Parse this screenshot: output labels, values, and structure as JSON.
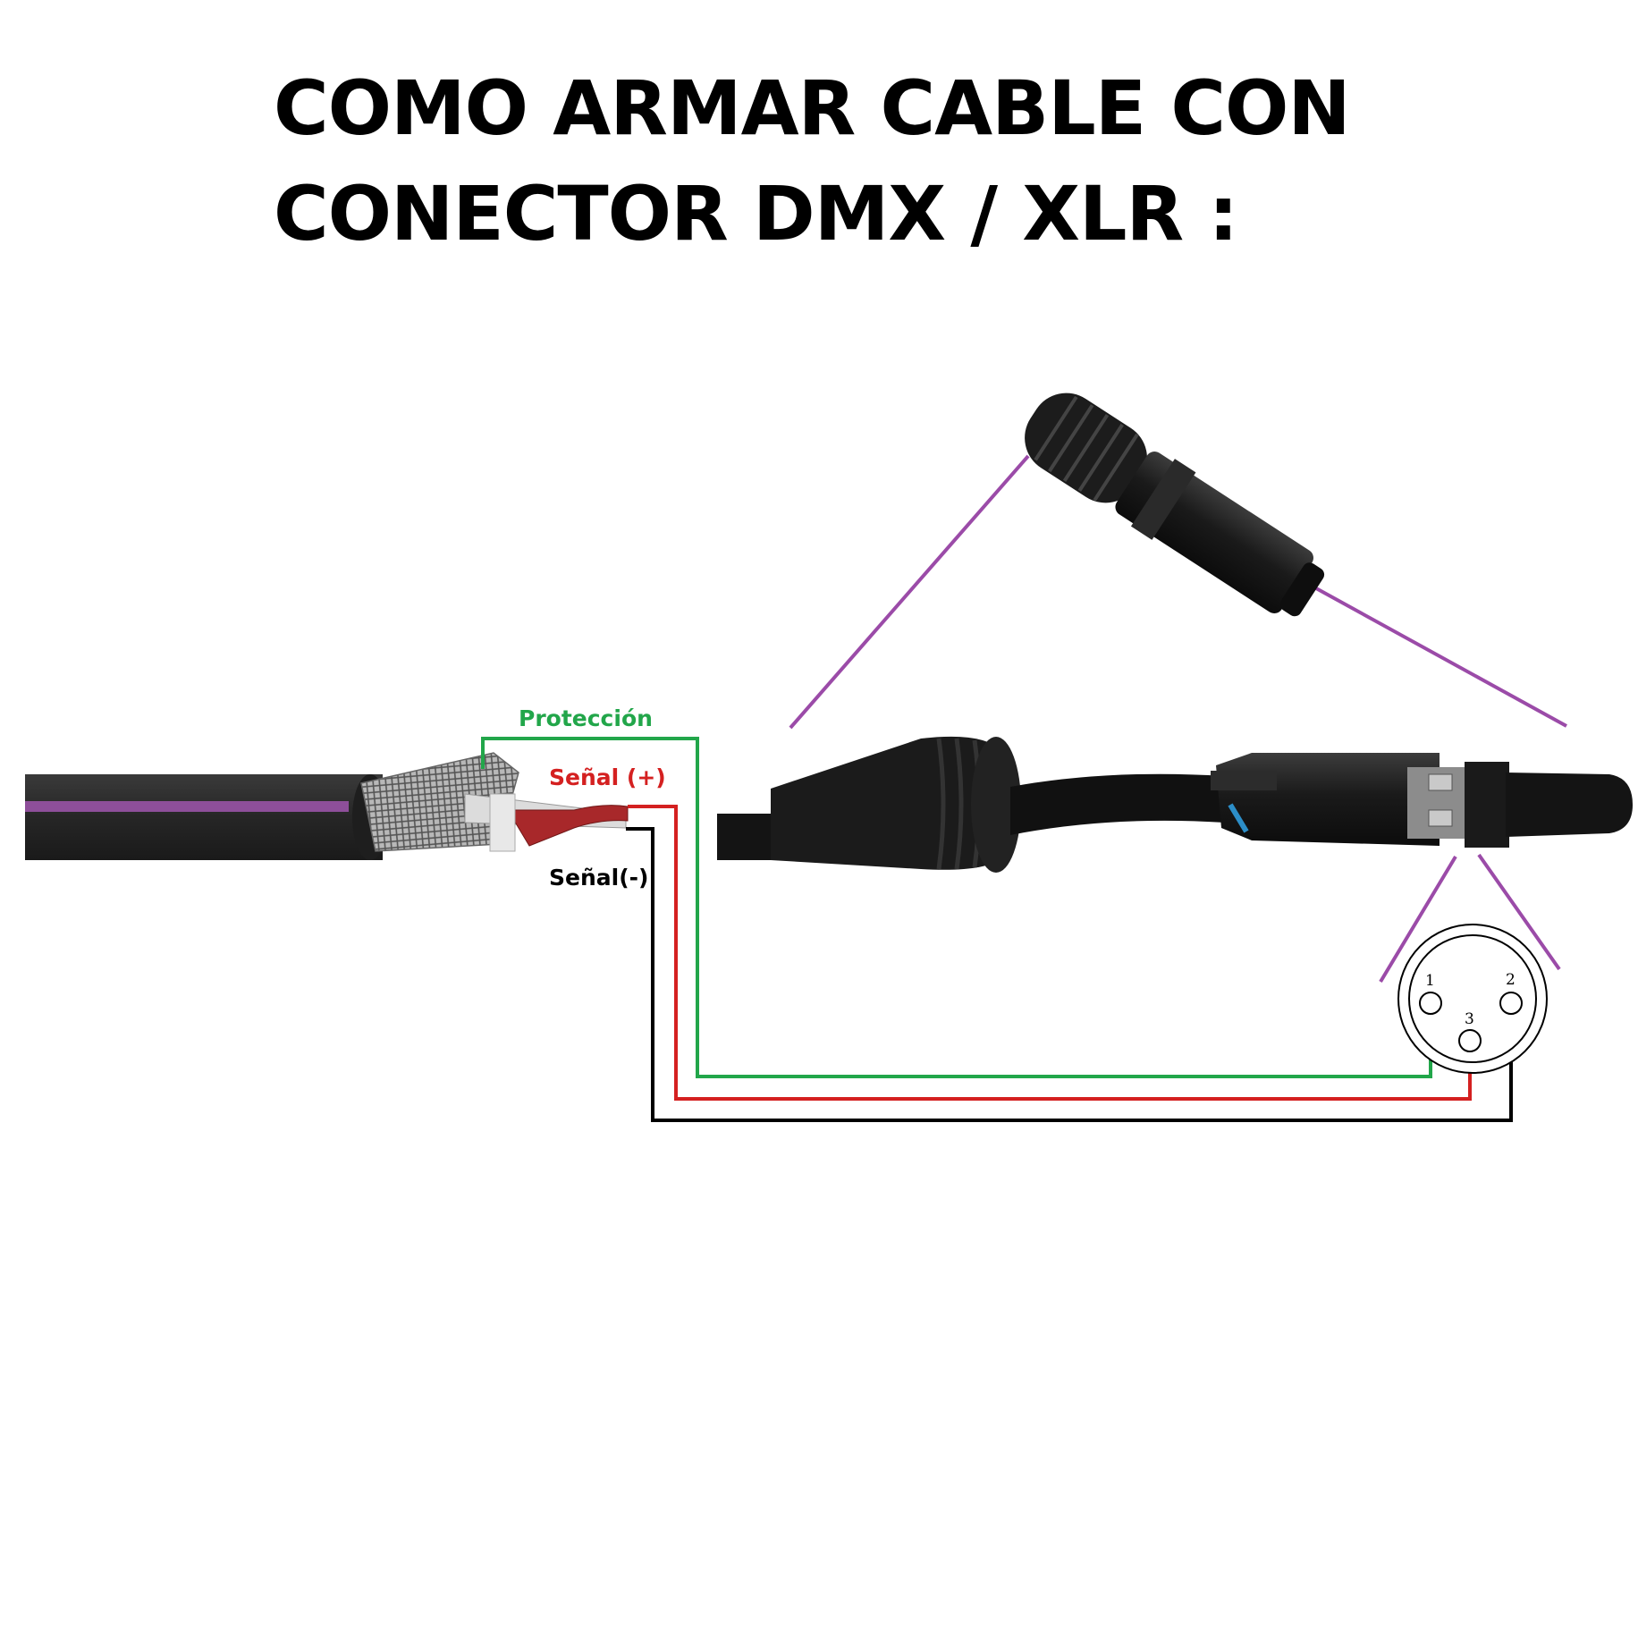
{
  "title": {
    "line1": "COMO ARMAR CABLE CON",
    "line2": "CONECTOR DMX / XLR :"
  },
  "wires": {
    "shield": {
      "label": "Protección",
      "color": "#22a64a",
      "pin": "1"
    },
    "positive": {
      "label": "Señal (+)",
      "color": "#d42020",
      "pin": "3"
    },
    "negative": {
      "label": "Señal(-)",
      "color": "#000000",
      "pin": "2"
    }
  },
  "connector": {
    "pins": [
      "1",
      "2",
      "3"
    ]
  },
  "colors": {
    "cable_jacket": "#2a2a2a",
    "cable_stripe": "#8e4f9a",
    "callout_line": "#9b4ba8",
    "connector_body": "#151515"
  }
}
